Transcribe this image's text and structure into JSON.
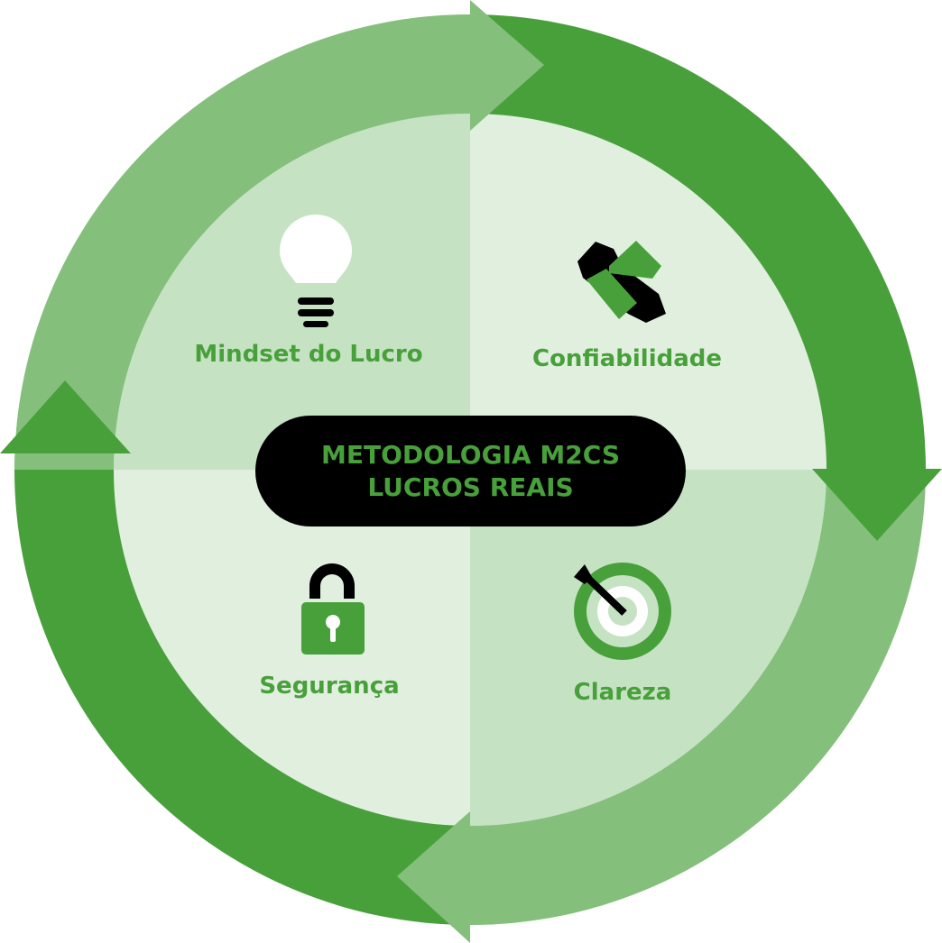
{
  "colors": {
    "dark_green": "#48A03B",
    "light_green": "#84BF7C",
    "quad_mid": "#C5E2C2",
    "quad_light": "#E0EFDE",
    "black": "#000000"
  },
  "center": {
    "line1": "METODOLOGIA M2CS",
    "line2": "LUCROS REAIS"
  },
  "quadrants": [
    {
      "label": "Mindset do Lucro",
      "icon": "lightbulb-icon"
    },
    {
      "label": "Confiabilidade",
      "icon": "handshake-icon"
    },
    {
      "label": "Segurança",
      "icon": "padlock-icon"
    },
    {
      "label": "Clareza",
      "icon": "target-icon"
    }
  ]
}
